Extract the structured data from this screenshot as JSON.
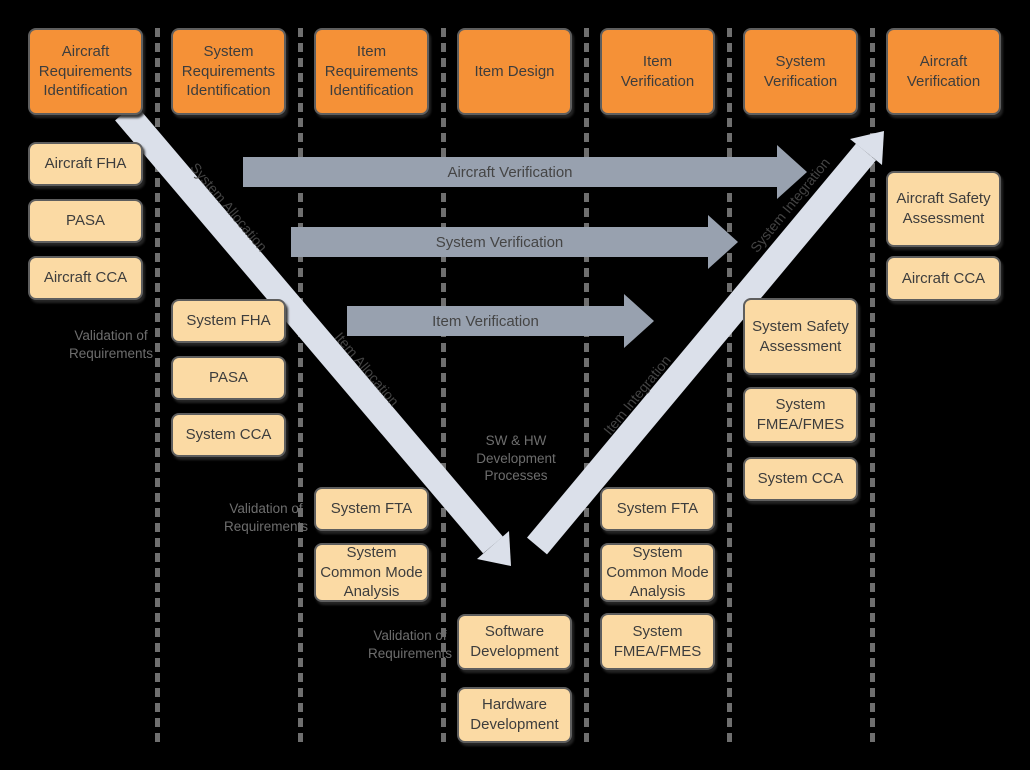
{
  "colors": {
    "background": "#000000",
    "header_box_fill": "#F59137",
    "process_box_fill": "#FBDAA4",
    "box_border": "#5E5E5E",
    "box_text": "#3D3D3D",
    "h_arrow_fill": "#98A1AF",
    "band_fill": "#DBE0EA",
    "note_text": "#6E6E6E",
    "diag_label_text": "#434343",
    "divider": "#6F6F6F"
  },
  "phases": [
    {
      "header": "Aircraft Requirements Identification",
      "boxes": [
        "Aircraft FHA",
        "PASA",
        "Aircraft CCA"
      ],
      "note": "Validation of Requirements"
    },
    {
      "header": "System Requirements Identification",
      "boxes": [
        "System FHA",
        "PASA",
        "System CCA"
      ],
      "note": "Validation of Requirements"
    },
    {
      "header": "Item Requirements Identification",
      "boxes": [
        "System FTA",
        "System Common Mode Analysis"
      ],
      "note": "Validation of Requirements"
    },
    {
      "header": "Item Design",
      "boxes": [
        "Software Development",
        "Hardware Development"
      ],
      "note": "SW & HW Development Processes"
    },
    {
      "header": "Item Verification",
      "boxes": [
        "System FTA",
        "System Common Mode Analysis",
        "System FMEA/FMES"
      ]
    },
    {
      "header": "System Verification",
      "boxes": [
        "System Safety Assessment",
        "System FMEA/FMES",
        "System CCA"
      ]
    },
    {
      "header": "Aircraft Verification",
      "boxes": [
        "Aircraft Safety Assessment",
        "Aircraft CCA"
      ]
    }
  ],
  "arrows": {
    "horizontal": [
      {
        "label": "Aircraft Verification"
      },
      {
        "label": "System Verification"
      },
      {
        "label": "Item Verification"
      }
    ],
    "diagonal": [
      {
        "label": "System Allocation"
      },
      {
        "label": "Item Allocation"
      },
      {
        "label": "Item Integration"
      },
      {
        "label": "System Integration"
      }
    ]
  }
}
